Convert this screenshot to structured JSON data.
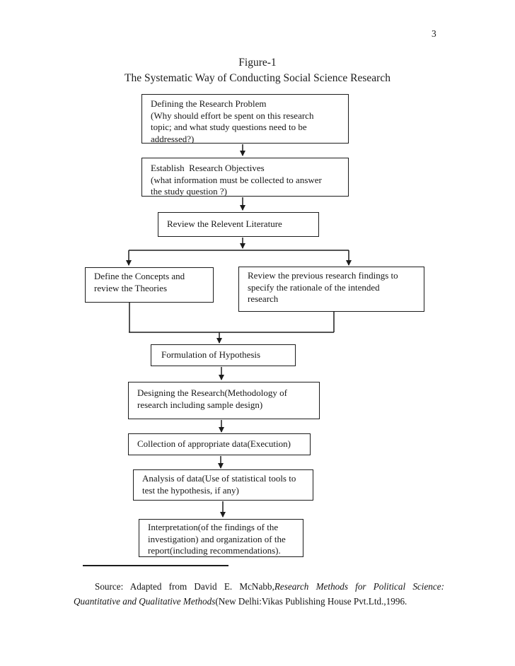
{
  "page": {
    "number": "3",
    "figure_label": "Figure-1",
    "figure_title": "The Systematic Way of Conducting Social Science Research"
  },
  "flowchart": {
    "nodes": [
      {
        "id": "define-problem",
        "text": "Defining the Research Problem\n(Why should effort be spent on this research\ntopic; and what study questions need to be\naddressed?)"
      },
      {
        "id": "establish-objectives",
        "text": "Establish  Research Objectives\n(what information must be collected to answer\nthe study question ?)"
      },
      {
        "id": "review-literature",
        "text": "Review the Relevent Literature"
      },
      {
        "id": "define-concepts",
        "text": "Define the Concepts and\nreview the Theories"
      },
      {
        "id": "review-previous-findings",
        "text": "Review the previous research findings to\nspecify the rationale of the intended\nresearch"
      },
      {
        "id": "formulation-hypothesis",
        "text": "Formulation of Hypothesis"
      },
      {
        "id": "designing-research",
        "text": "Designing the Research(Methodology of\nresearch including sample design)"
      },
      {
        "id": "collection-data",
        "text": "Collection of appropriate data(Execution)"
      },
      {
        "id": "analysis-data",
        "text": "Analysis of data(Use of statistical tools to\ntest the hypothesis, if any)"
      },
      {
        "id": "interpretation-report",
        "text": "Interpretation(of the findings of the\ninvestigation) and organization of the\nreport(including recommendations)."
      }
    ]
  },
  "footnote": {
    "source_regular_1": "Source: Adapted from David E. McNabb,",
    "source_italic": "Research Methods for Political Science: Quantitative and Qualitative Methods",
    "source_regular_2": "(New Delhi:Vikas Publishing House Pvt.Ltd.,1996."
  },
  "colors": {
    "ink": "#1c1c1c",
    "paper": "#ffffff"
  }
}
